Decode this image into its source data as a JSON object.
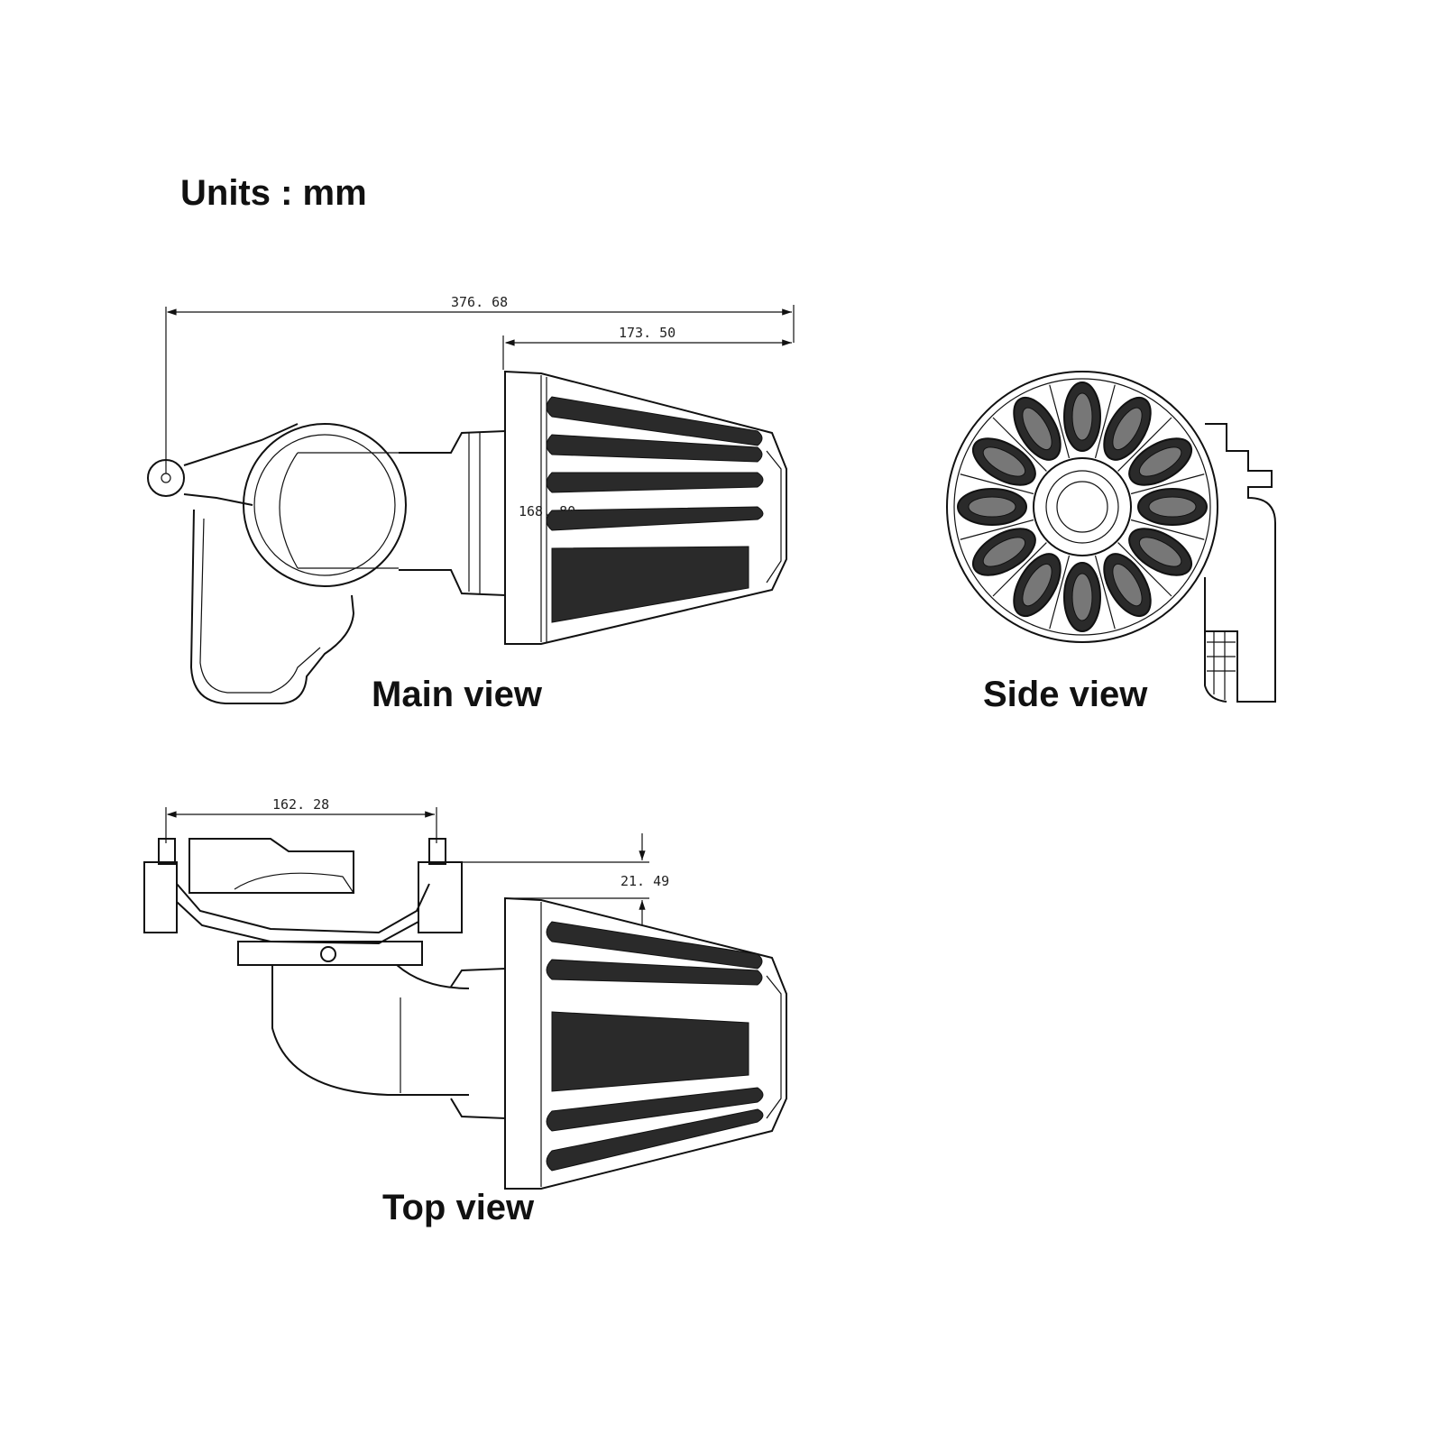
{
  "units_label": "Units : mm",
  "views": {
    "main": "Main view",
    "side": "Side view",
    "top": "Top view"
  },
  "dimensions": {
    "overall_length": "376. 68",
    "filter_length": "173. 50",
    "filter_diameter": "168. 80",
    "mount_spacing": "162. 28",
    "offset": "21. 49"
  },
  "colors": {
    "line": "#111111",
    "background": "#ffffff"
  }
}
